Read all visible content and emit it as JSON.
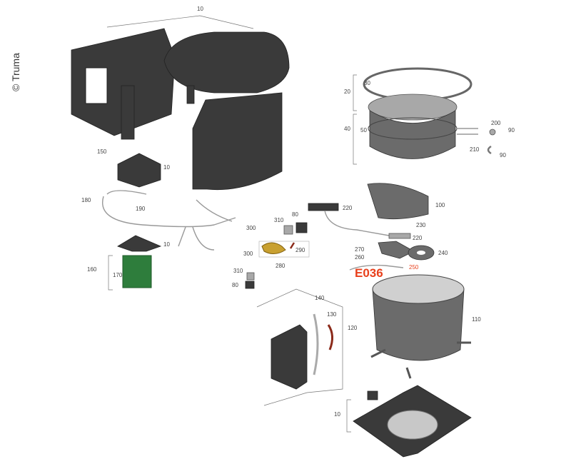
{
  "copyright": "© Truma",
  "error_code": "E036",
  "colors": {
    "error": "#e8401c",
    "part_dark": "#3a3a3a",
    "board": "#2e7d3c"
  },
  "labels": {
    "housing_top": "10",
    "ring": "20",
    "screw_30": "30",
    "can_group": "40",
    "can_inner": "50",
    "part_200": "200",
    "part_90a": "90",
    "part_210": "210",
    "part_90b": "90",
    "screw_150": "150",
    "cover_corner": "10",
    "harness": "180",
    "part_190": "190",
    "connector_220": "220",
    "shield_100": "100",
    "part_230": "230",
    "part_220b": "220",
    "screw_300a": "300",
    "part_310a": "310",
    "part_80a": "80",
    "part_290": "290",
    "screw_300b": "300",
    "valve_280": "280",
    "part_270": "270",
    "part_260": "260",
    "burner_240": "240",
    "sensor_250": "250",
    "cover_lower": "10",
    "board_group": "160",
    "board_170": "170",
    "part_310b": "310",
    "part_80b": "80",
    "part_140": "140",
    "part_130": "130",
    "bracket_120": "120",
    "cylinder_110": "110",
    "base_10": "10"
  }
}
